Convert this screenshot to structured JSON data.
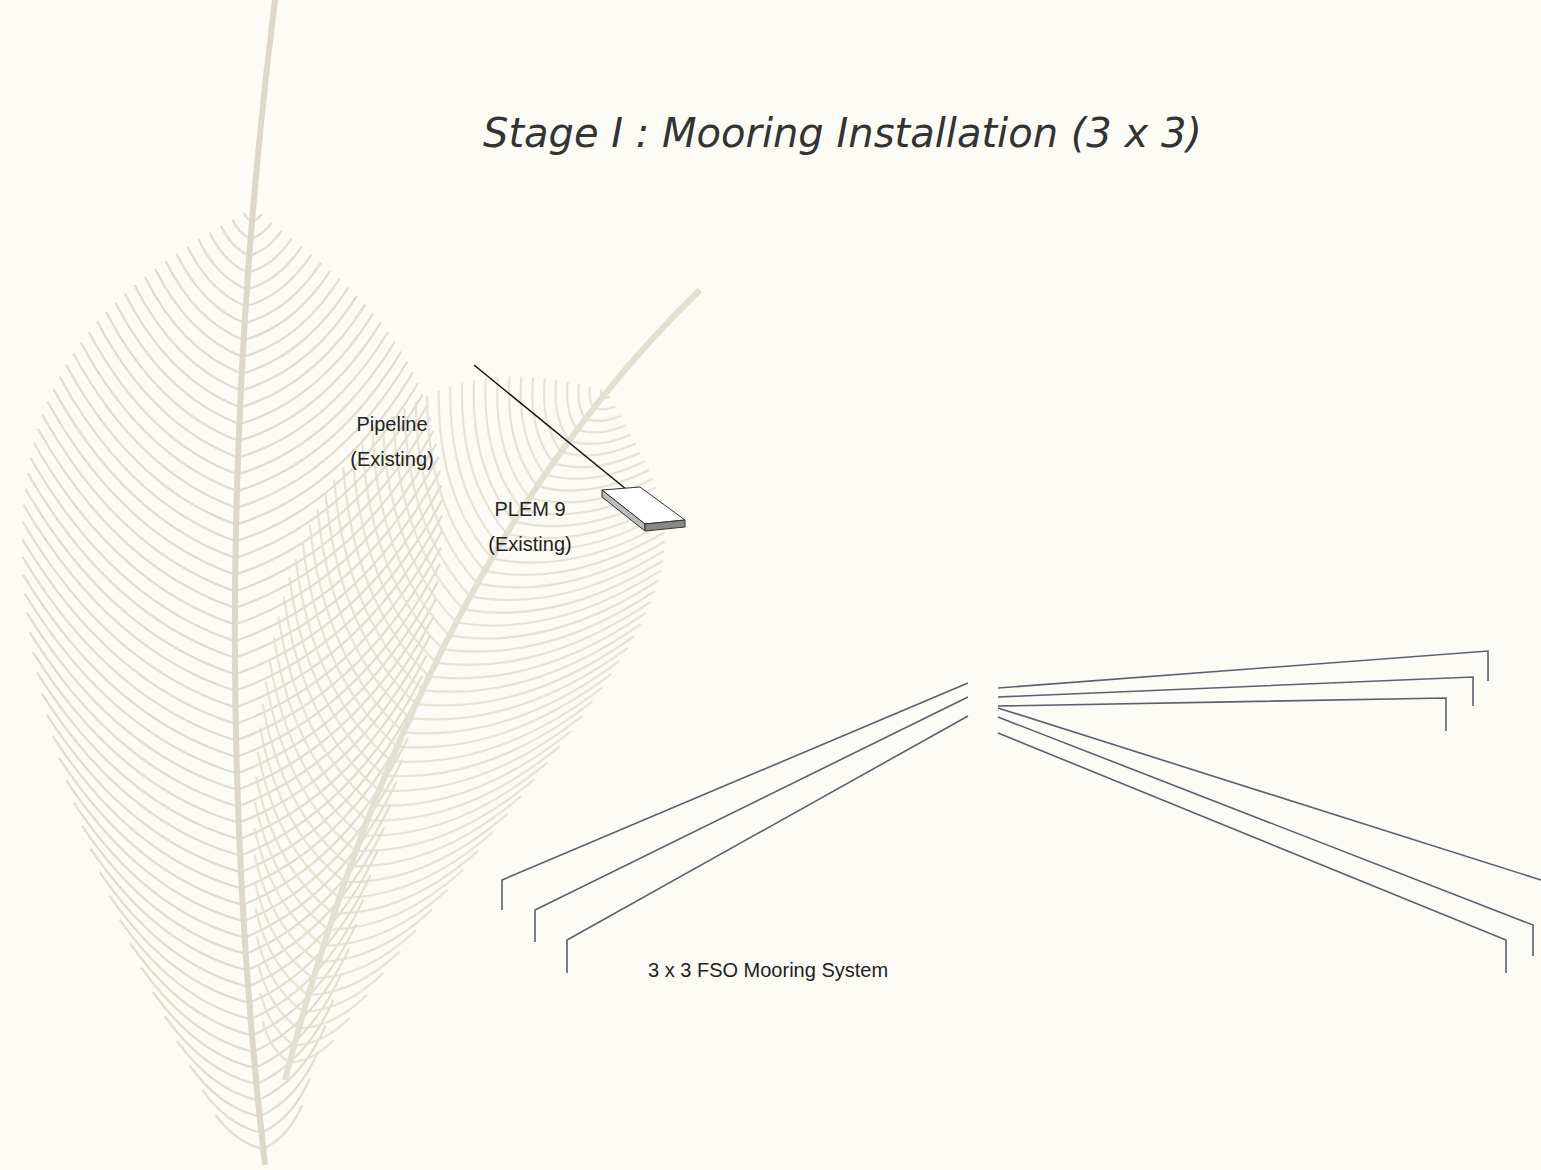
{
  "diagram": {
    "title": "Stage I : Mooring Installation (3 x 3)",
    "labels": [
      "Pipeline (Existing)",
      "PLEM 9 (Existing)",
      "3 x 3 FSO Mooring System"
    ]
  }
}
